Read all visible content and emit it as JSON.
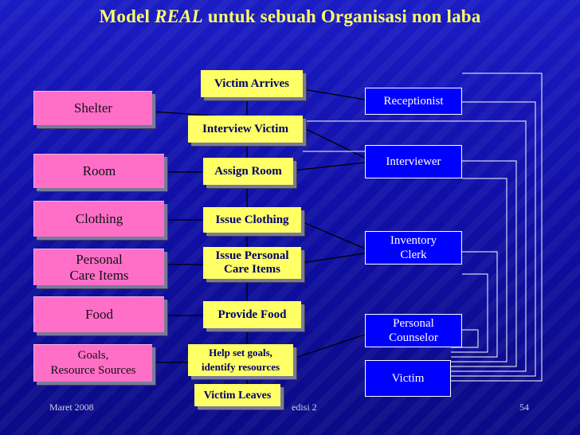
{
  "title": {
    "prefix": "Model ",
    "emphasis": "REAL",
    "suffix": " untuk sebuah Organisasi non laba"
  },
  "resources": {
    "shelter": "Shelter",
    "room": "Room",
    "clothing": "Clothing",
    "personal_care": "Personal\nCare Items",
    "food": "Food",
    "goals": "Goals,\nResource Sources"
  },
  "activities": {
    "victim_arrives": "Victim Arrives",
    "interview_victim": "Interview Victim",
    "assign_room": "Assign Room",
    "issue_clothing": "Issue Clothing",
    "issue_personal_care": "Issue Personal\nCare Items",
    "provide_food": "Provide Food",
    "help_set_goals": "Help set goals,\nidentify resources",
    "victim_leaves": "Victim Leaves"
  },
  "roles": {
    "receptionist": "Receptionist",
    "interviewer": "Interviewer",
    "inventory_clerk": "Inventory\nClerk",
    "personal_counselor": "Personal\nCounselor",
    "victim": "Victim"
  },
  "footer": {
    "date": "Maret 2008",
    "edition": "edisi 2",
    "page": "54"
  },
  "colors": {
    "resource": "#ff6fc8",
    "activity": "#ffff66",
    "role": "#0000ff",
    "title": "#ffff66",
    "background": "#1010a8"
  }
}
